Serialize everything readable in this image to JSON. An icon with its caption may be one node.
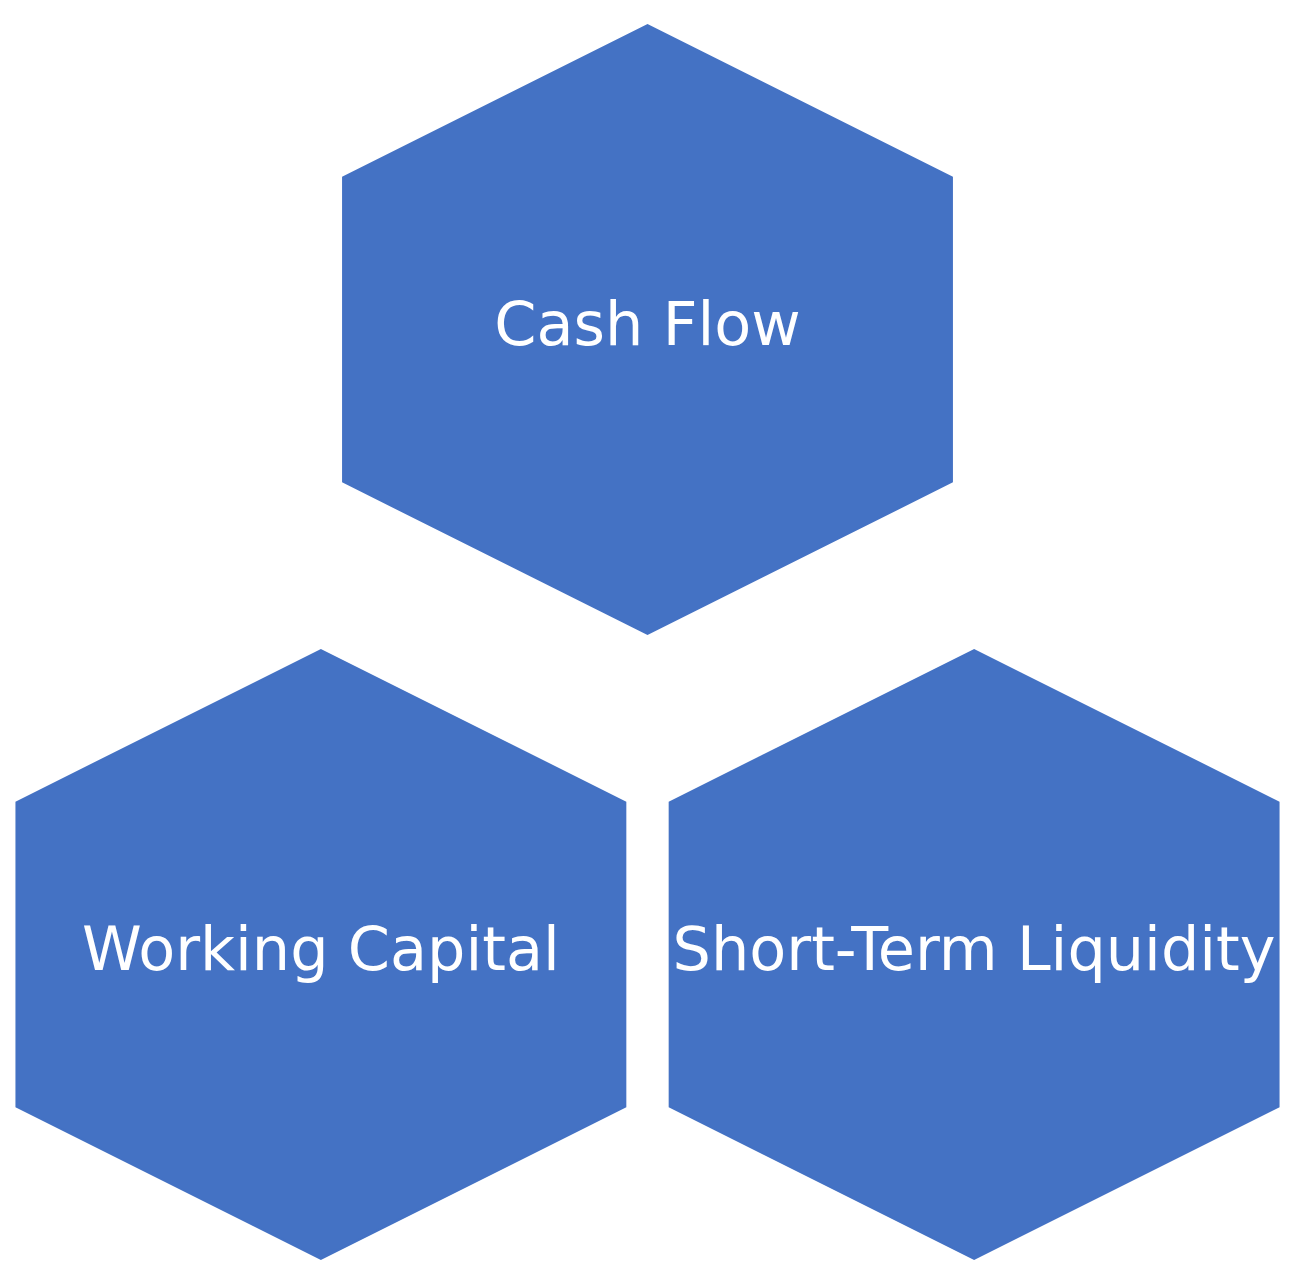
{
  "diagram": {
    "nodes": [
      {
        "text": [
          "Cash Flow"
        ]
      },
      {
        "text": [
          "Working Capital"
        ]
      },
      {
        "text": [
          "Short-Term Liquidity"
        ]
      }
    ]
  }
}
